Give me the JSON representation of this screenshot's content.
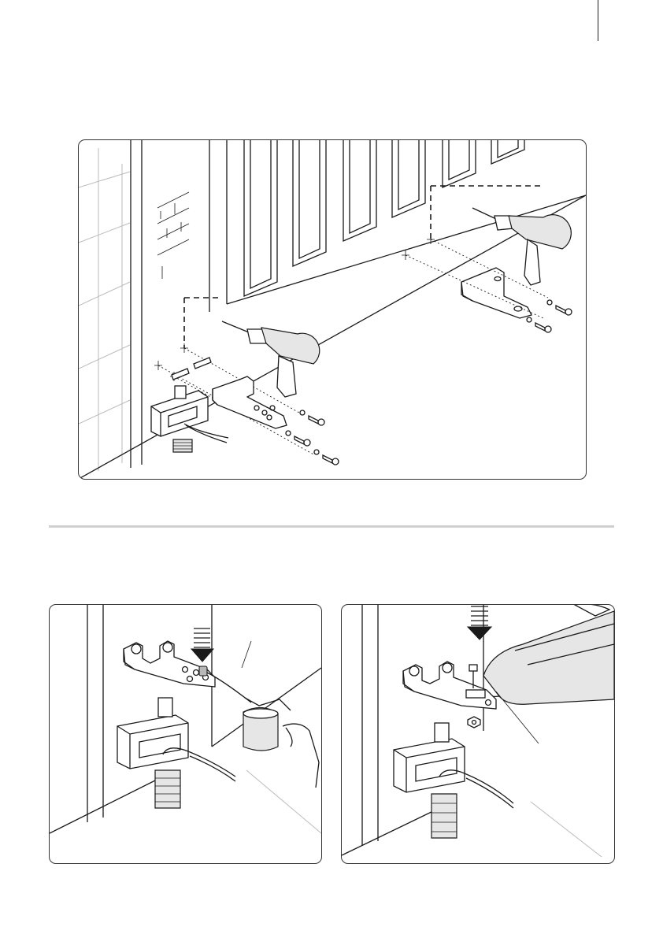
{
  "figures": [
    {
      "id": "bracket-installation",
      "description_icons": [
        "drill-icon",
        "bracket-icon",
        "anchor-icon",
        "screw-icon"
      ]
    },
    {
      "id": "lubricate-pivot",
      "description_icons": [
        "oil-can-icon",
        "down-arrow-icon"
      ]
    },
    {
      "id": "mount-operator",
      "description_icons": [
        "operator-icon",
        "bolt-icon",
        "down-arrow-icon"
      ]
    }
  ]
}
